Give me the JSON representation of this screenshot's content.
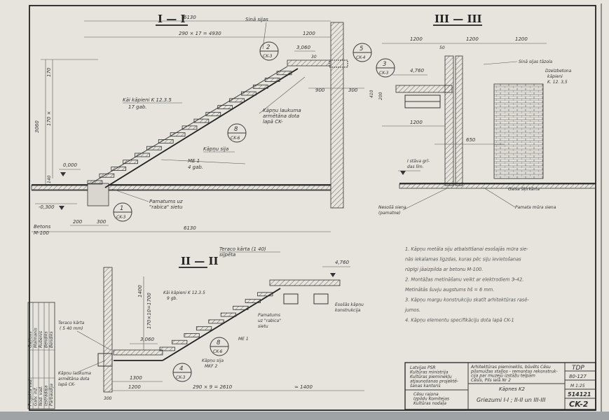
{
  "sections": {
    "s1": {
      "title": "I — I",
      "dims": [
        "6130",
        "290 × 17 = 4930",
        "1200",
        "3,060",
        "30",
        "900",
        "300",
        "3060",
        "170 × ",
        "0,000",
        "-0,300",
        "200",
        "300",
        "6130",
        "140",
        "170"
      ],
      "labels": {
        "sina": "Sinā sijas",
        "step": "Kāi kāpieni K 12.3.5",
        "step_count": "17 gab.",
        "reinf": "Kāpņu laukuma",
        "reinf2": "armētāna dota",
        "reinf3": "lapā  CK-",
        "beam": "Kāpņu sija",
        "me": "ME 1",
        "me2": "4 gab.",
        "pam": "Pamatums uz",
        "pam2": "\"rabica\" sietu",
        "bet": "Betons",
        "bet2": "M-100"
      },
      "callouts": [
        {
          "num": "2",
          "sheet": "CK-3"
        },
        {
          "num": "5",
          "sheet": "CK-4"
        },
        {
          "num": "8",
          "sheet": "CK-6"
        },
        {
          "num": "1",
          "sheet": "CK-3"
        }
      ]
    },
    "s3": {
      "title": "III — III",
      "dims": [
        "1200",
        "1200",
        "1200",
        "50",
        "4,760",
        "1200",
        "650",
        "410",
        "200"
      ],
      "labels": {
        "sina": "Sinā sijas tāzola",
        "dzelz": "Dzelzbetona",
        "dzelz2": "kāpieni",
        "dzelz3": "K. 12. 3,5",
        "eksp": "I stāva grī-",
        "eksp2": "das līm.",
        "gaiss": "Gaisa šķirkārta",
        "nes": "Nesošā siena",
        "nes2": "(pamatne)",
        "pam": "Pamata mūra siena"
      },
      "callouts": [
        {
          "num": "3",
          "sheet": "CK-3"
        }
      ]
    },
    "s2": {
      "title": "II — II",
      "dims": [
        "4,760",
        "1400",
        "1700",
        "3,060",
        "1300",
        "1200",
        "290 × 9 = 2610",
        "≈ 1400",
        "300",
        "170×10=1700"
      ],
      "labels": {
        "terr": "Teraco  kārta (1 40)",
        "terr2": "sijpēta",
        "step": "Kāi kāpieni K 12.3.5",
        "step2": "9 gb.",
        "terr_l": "Teraco  kārta",
        "terr_l2": "( 5 40 mm)",
        "reinf": "Kāpņu laukuma",
        "reinf2": "armētāna dota",
        "reinf3": "lapā  CK-",
        "beam": "Kāpņu sija",
        "beam2": "MKF 2",
        "me": "ME 1",
        "pam": "Pamatums",
        "pam2": "uz \"rabica\"",
        "pam3": "sietu",
        "eksist": "Esošās kāpņu",
        "eksist2": "konstrukcija"
      },
      "callouts": [
        {
          "num": "8",
          "sheet": "CK-6"
        },
        {
          "num": "4",
          "sheet": "CK-3"
        }
      ]
    }
  },
  "notes": [
    "1.  Kāpņu metāla siju atbalstīšanai esošajās mūra sie-",
    "     nās iekalamas ligzdas, kuras pēc siju ievietošanas",
    "     rūpīgi jāaizpilda ar betonu  M-100.",
    "2.  Montāžas metināšanu veikt ar elektrodiem Э-42.",
    "     Metinātās šuvju augstums  hš = 6 mm.",
    "3.  Kāpņu margu konstrukciju skatīt arhitektūras rasē-",
    "     jumos.",
    "4.  Kāpņu elementu specifikāciju dota lapā  CK-1"
  ],
  "title_block": {
    "org": [
      "Latvijas PSR",
      "Kultūras ministrija",
      "Kultūras pieminekļu",
      "atjaunošanas projektē-",
      "šanas kantoris"
    ],
    "client": [
      "Cēsu rajona",
      "Izpildu Komitejas",
      "Kultūras nodaļa"
    ],
    "project": [
      "Arhitektūras piemineklis, būvēts Cēsu",
      "pilsmuižas staļļos - remontas rekonstruk-",
      "cija par muzeju izstāžu telpām",
      "Cēsīs, Pils ielā Nr 2"
    ],
    "object": "Kāpnes  K2",
    "sheet_title": "Griezumi  I-I ;  II-II  un  III-III",
    "code1": "TDP",
    "code2": "80-127",
    "scale": "M 1:25",
    "inv": "514121",
    "sheet": "CK-2"
  },
  "stamp": {
    "rows": [
      "Projekta vad.",
      "Galv. inž.",
      "Nod. vad.",
      "Izstrādāja",
      "Pārbaudīja"
    ],
    "names": [
      "Gaļilovs",
      "Malmanis",
      "Rubenis",
      "Bendiks",
      "Bendiks"
    ]
  }
}
